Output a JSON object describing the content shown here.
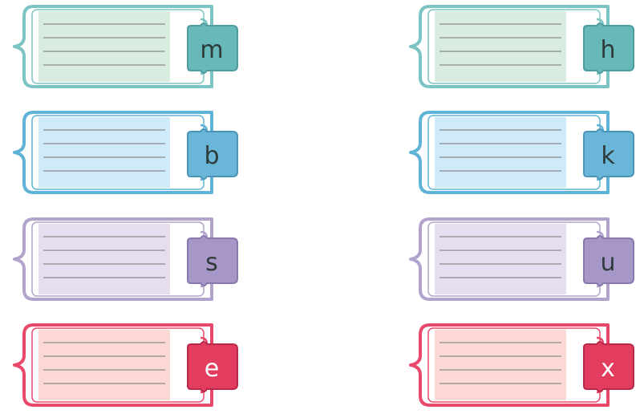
{
  "rows": [
    {
      "colors": {
        "frame": "#7cc3c4",
        "fill": "#d8ece0",
        "line": "#8a8a8a",
        "badge": "#66b9b8",
        "badge_edge": "#4e9c9c",
        "text": "#2f3b3b"
      },
      "cards": [
        {
          "letter": "m",
          "icon": "frame-card-icon"
        },
        {
          "letter": "h",
          "icon": "frame-card-icon"
        }
      ]
    },
    {
      "colors": {
        "frame": "#5fb3d6",
        "fill": "#cfeaf8",
        "line": "#8a8a8a",
        "badge": "#69b6d9",
        "badge_edge": "#4a95b8",
        "text": "#2f3b3b"
      },
      "cards": [
        {
          "letter": "b",
          "icon": "frame-card-icon"
        },
        {
          "letter": "k",
          "icon": "frame-card-icon"
        }
      ]
    },
    {
      "colors": {
        "frame": "#b2a3cc",
        "fill": "#e6ddef",
        "line": "#8a8a8a",
        "badge": "#a796c8",
        "badge_edge": "#8978ad",
        "text": "#2f3b3b"
      },
      "cards": [
        {
          "letter": "s",
          "icon": "frame-card-icon"
        },
        {
          "letter": "u",
          "icon": "frame-card-icon"
        }
      ]
    },
    {
      "colors": {
        "frame": "#e8496b",
        "fill": "#fbd8d4",
        "line": "#8a8a8a",
        "badge": "#e23c5e",
        "badge_edge": "#b92a4a",
        "text": "#ffffff"
      },
      "cards": [
        {
          "letter": "e",
          "icon": "frame-card-icon"
        },
        {
          "letter": "x",
          "icon": "frame-card-icon"
        }
      ]
    }
  ]
}
